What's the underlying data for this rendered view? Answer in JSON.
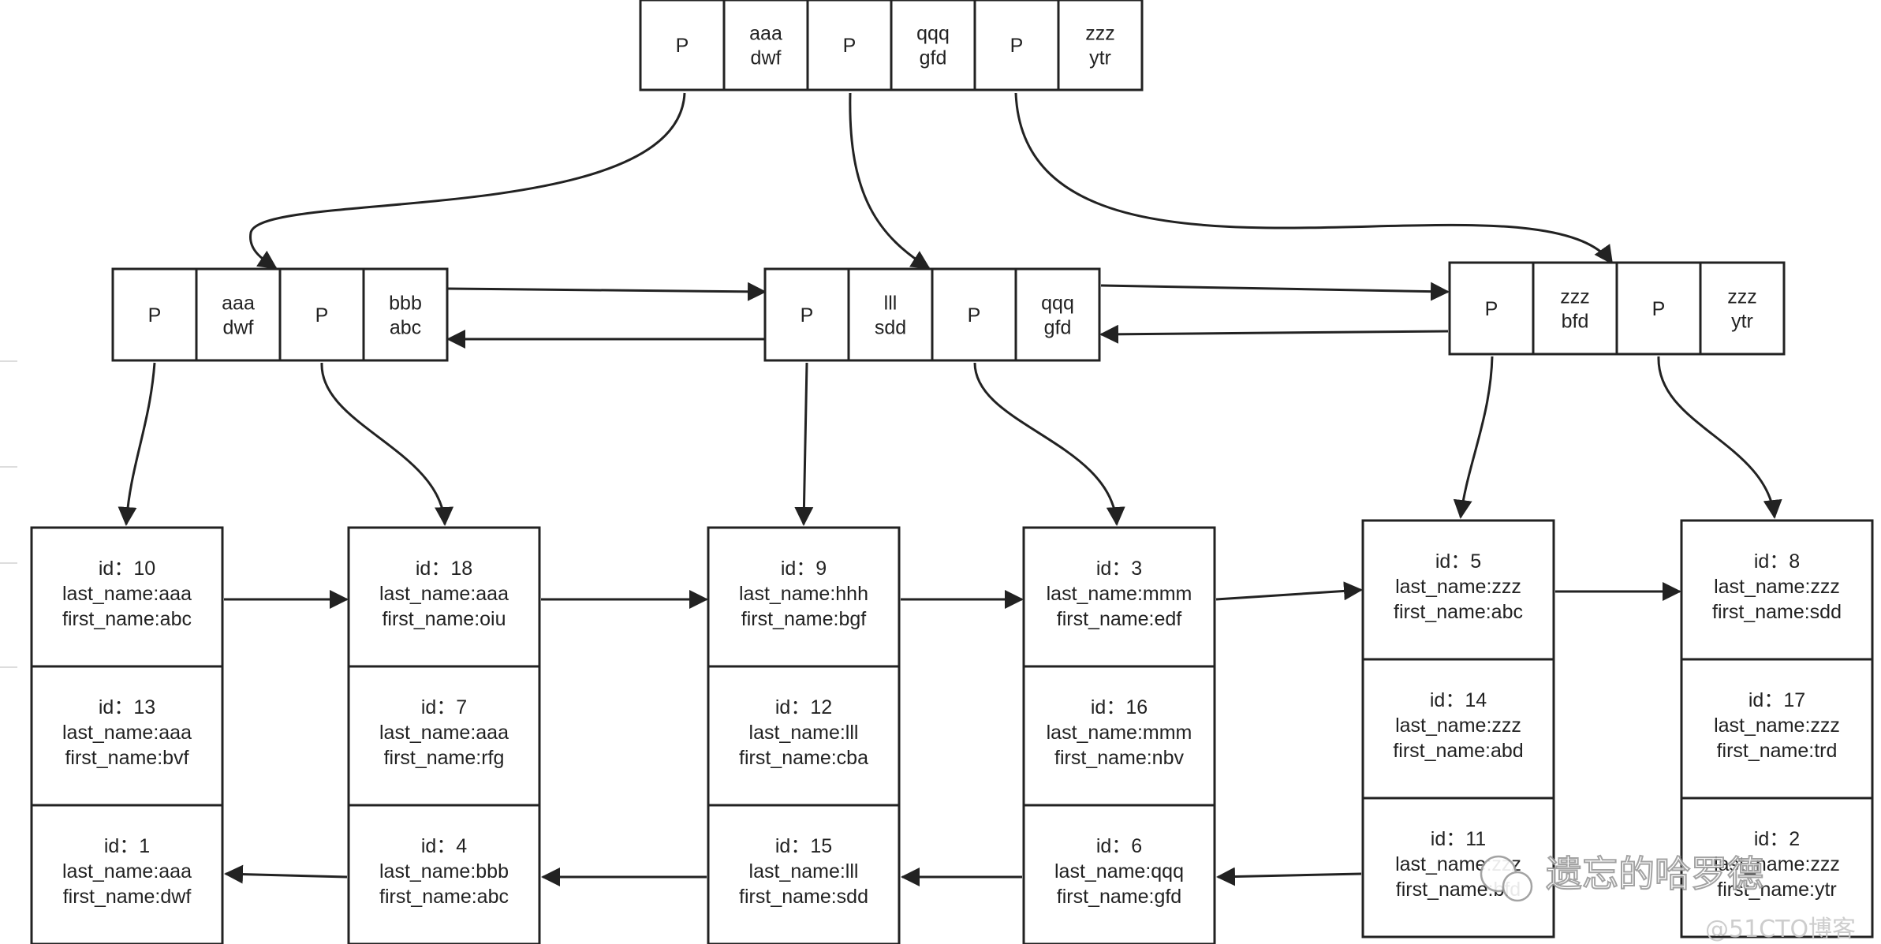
{
  "root_node": {
    "cells": [
      "P",
      "aaa\ndwf",
      "P",
      "qqq\ngfd",
      "P",
      "zzz\nytr"
    ]
  },
  "internal_nodes": [
    {
      "cells": [
        "P",
        "aaa\ndwf",
        "P",
        "bbb\nabc"
      ]
    },
    {
      "cells": [
        "P",
        "lll\nsdd",
        "P",
        "qqq\ngfd"
      ]
    },
    {
      "cells": [
        "P",
        "zzz\nbfd",
        "P",
        "zzz\nytr"
      ]
    }
  ],
  "leaf_nodes": [
    {
      "records": [
        [
          "id：10",
          "last_name:aaa",
          "first_name:abc"
        ],
        [
          "id：13",
          "last_name:aaa",
          "first_name:bvf"
        ],
        [
          "id：1",
          "last_name:aaa",
          "first_name:dwf"
        ]
      ]
    },
    {
      "records": [
        [
          "id：18",
          "last_name:aaa",
          "first_name:oiu"
        ],
        [
          "id：7",
          "last_name:aaa",
          "first_name:rfg"
        ],
        [
          "id：4",
          "last_name:bbb",
          "first_name:abc"
        ]
      ]
    },
    {
      "records": [
        [
          "id：9",
          "last_name:hhh",
          "first_name:bgf"
        ],
        [
          "id：12",
          "last_name:lll",
          "first_name:cba"
        ],
        [
          "id：15",
          "last_name:lll",
          "first_name:sdd"
        ]
      ]
    },
    {
      "records": [
        [
          "id：3",
          "last_name:mmm",
          "first_name:edf"
        ],
        [
          "id：16",
          "last_name:mmm",
          "first_name:nbv"
        ],
        [
          "id：6",
          "last_name:qqq",
          "first_name:gfd"
        ]
      ]
    },
    {
      "records": [
        [
          "id：5",
          "last_name:zzz",
          "first_name:abc"
        ],
        [
          "id：14",
          "last_name:zzz",
          "first_name:abd"
        ],
        [
          "id：11",
          "last_name:zzz",
          "first_name:bfd"
        ]
      ]
    },
    {
      "records": [
        [
          "id：8",
          "last_name:zzz",
          "first_name:sdd"
        ],
        [
          "id：17",
          "last_name:zzz",
          "first_name:trd"
        ],
        [
          "id：2",
          "last_name:zzz",
          "first_name:ytr"
        ]
      ]
    }
  ],
  "watermark": {
    "main_text": "遗忘的哈罗德",
    "sub_text": "@51CTO博客"
  },
  "colors": {
    "line": "#222222",
    "background": "#ffffff"
  }
}
